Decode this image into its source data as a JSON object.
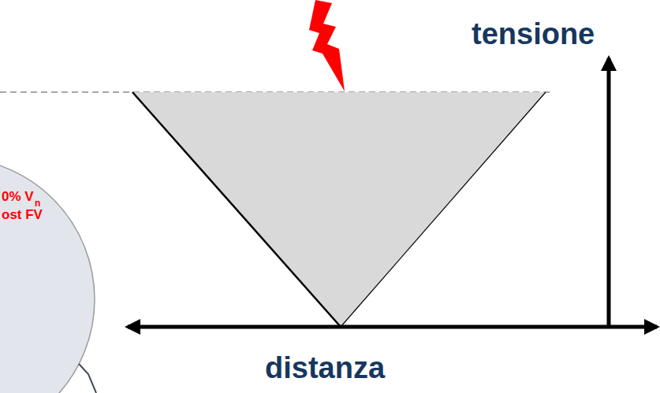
{
  "diagram": {
    "labels": [
      "tensione",
      "distanza",
      "0% V",
      "n",
      "ost FV"
    ]
  }
}
